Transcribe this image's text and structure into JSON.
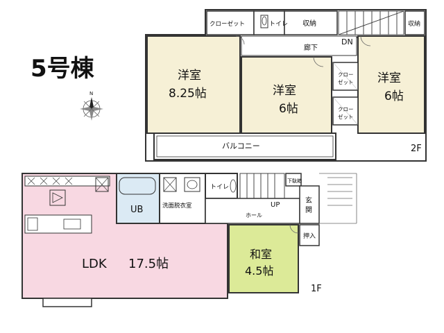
{
  "title": "5号棟",
  "floor2": {
    "label": "2F",
    "rooms": {
      "western1_name": "洋室",
      "western1_size": "8.25帖",
      "western2_name": "洋室",
      "western2_size": "6帖",
      "western3_name": "洋室",
      "western3_size": "6帖",
      "closet_top": "クローゼット",
      "toilet": "トイレ",
      "storage1": "収納",
      "storage2": "収納",
      "hallway": "廊下",
      "dn": "DN",
      "closet_mid1_a": "クロー",
      "closet_mid1_b": "ゼット",
      "closet_mid2_a": "クロー",
      "closet_mid2_b": "ゼット",
      "balcony": "バルコニー"
    }
  },
  "floor1": {
    "label": "1F",
    "rooms": {
      "ldk_name": "LDK",
      "ldk_size": "17.5帖",
      "ub": "UB",
      "washroom": "洗面脱衣室",
      "toilet": "トイレ",
      "up": "UP",
      "hall": "ホール",
      "shoe": "下駄箱",
      "entrance_a": "玄",
      "entrance_b": "関",
      "japanese_name": "和室",
      "japanese_size": "4.5帖",
      "closet": "押入"
    }
  },
  "compass": {
    "n": "N"
  },
  "colors": {
    "western_room": "#f6f0d6",
    "ldk": "#f8d8e2",
    "japanese_room": "#dcea98",
    "bath": "#dbeaf4",
    "wall": "#333333"
  }
}
